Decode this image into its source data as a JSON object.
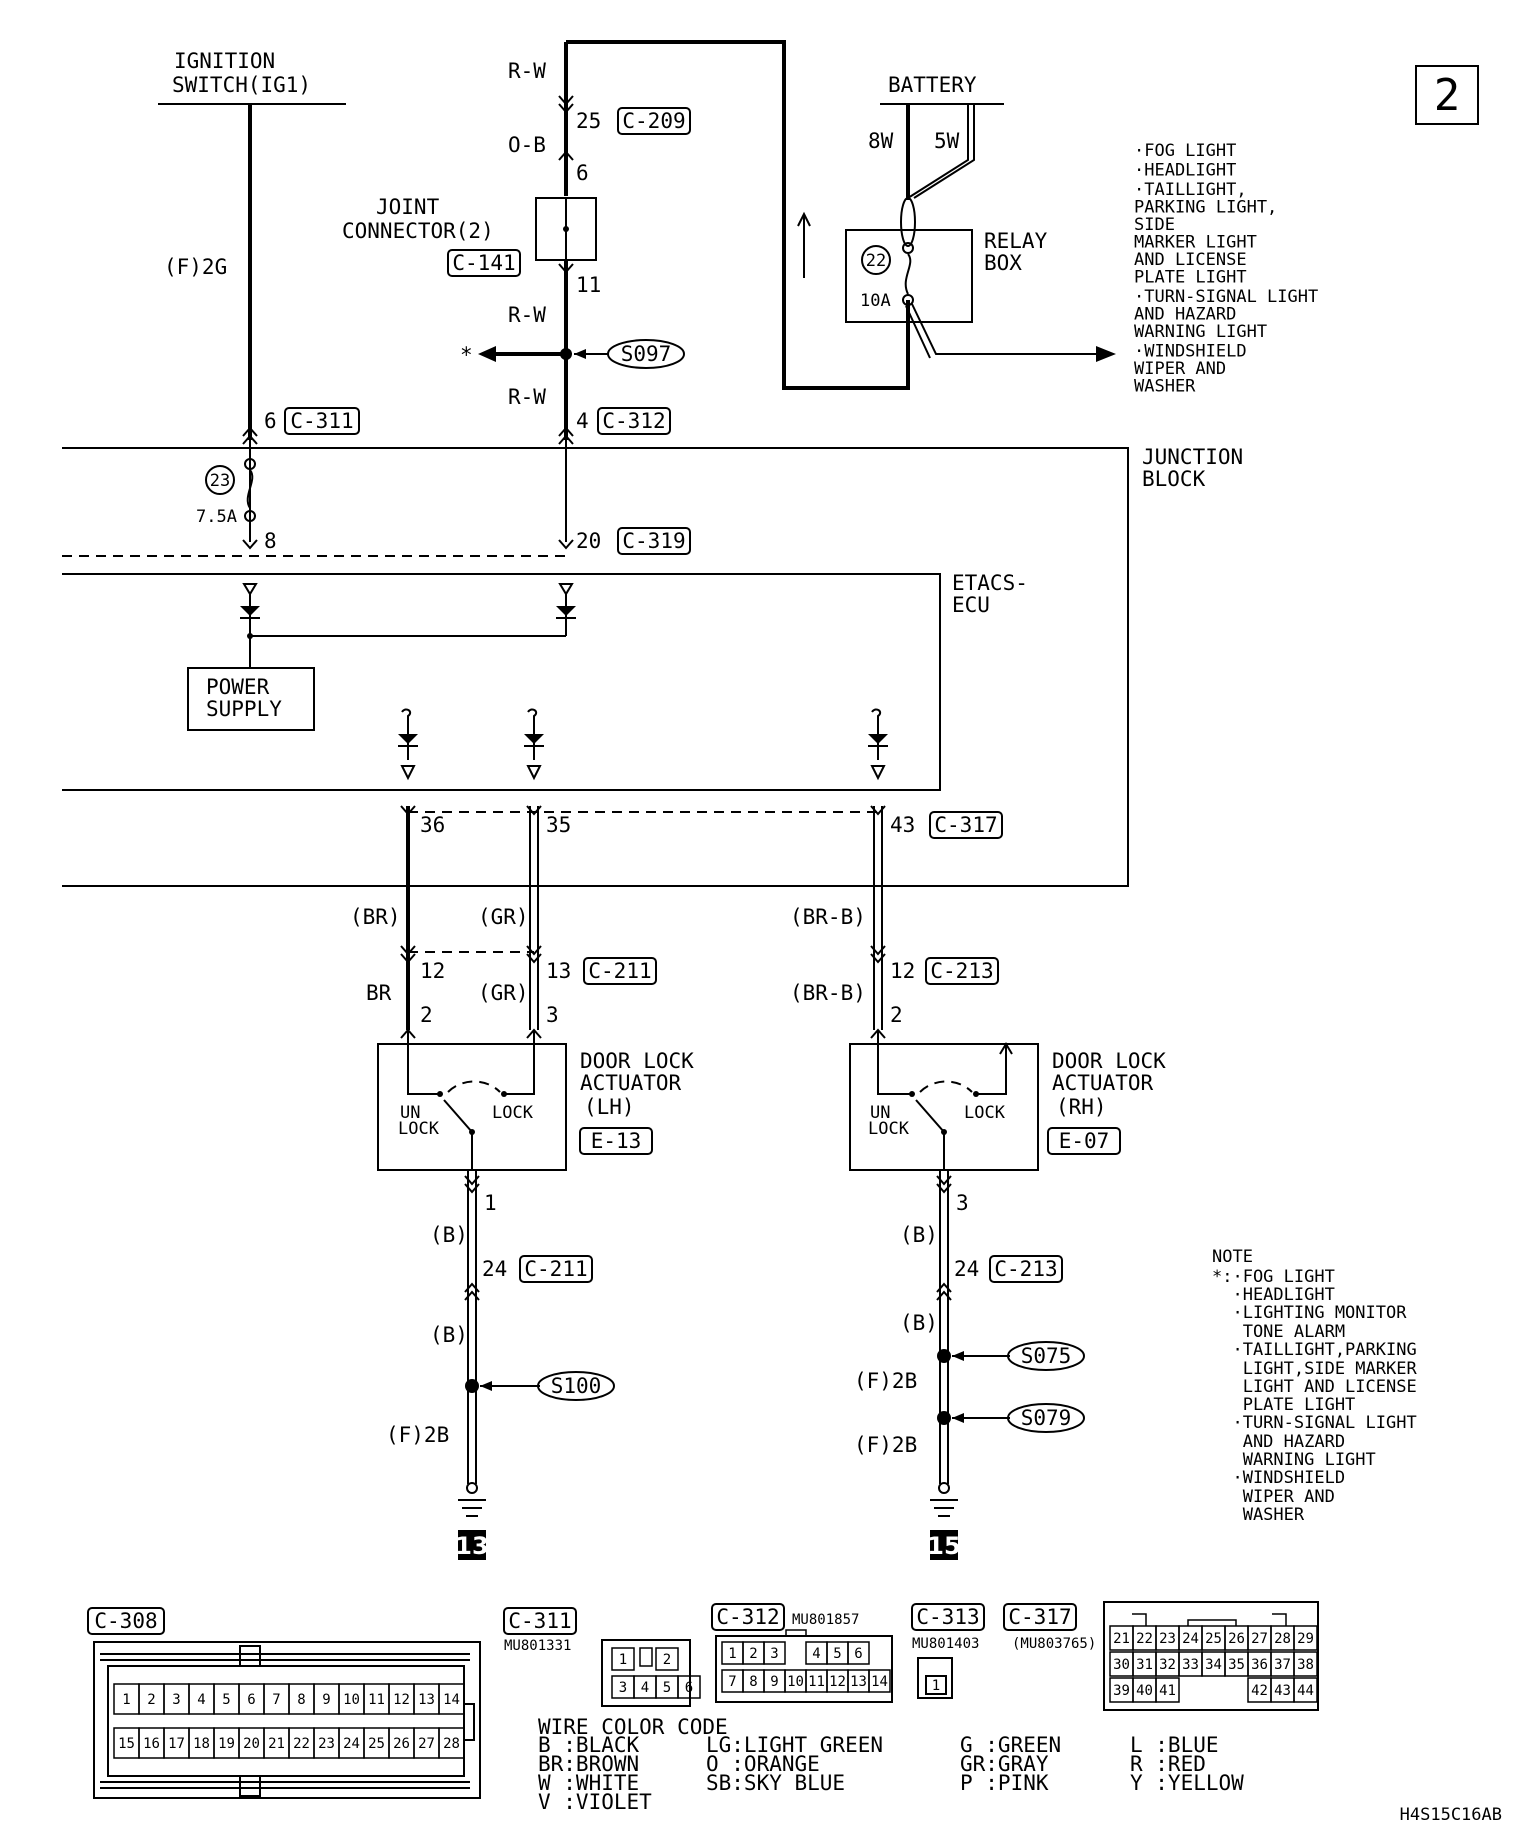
{
  "page_badge": "2",
  "ignition": {
    "line1": "IGNITION",
    "line2": "SWITCH(IG1)",
    "wire": "(F)2G",
    "pin": "6",
    "conn": "C-311"
  },
  "top_wire": {
    "color1": "R-W",
    "pin1": "25",
    "conn1": "C-209",
    "color2": "O-B",
    "pin2": "6"
  },
  "joint": {
    "line1": "JOINT",
    "line2": "CONNECTOR(2)",
    "conn": "C-141",
    "pin_out": "11",
    "color_out": "R-W",
    "color_low": "R-W",
    "pin_low": "4",
    "conn_low": "C-312"
  },
  "splice_top": {
    "label": "S097",
    "star": "*"
  },
  "battery": {
    "label": "BATTERY",
    "w1": "8W",
    "w2": "5W"
  },
  "relay": {
    "line1": "RELAY",
    "line2": "BOX",
    "fuse": "22",
    "amp": "10A"
  },
  "relay_loads": [
    {
      "lines": [
        "·FOG LIGHT"
      ]
    },
    {
      "lines": [
        "·HEADLIGHT"
      ]
    },
    {
      "lines": [
        "·TAILLIGHT,",
        " PARKING LIGHT,",
        " SIDE",
        " MARKER LIGHT",
        " AND LICENSE",
        " PLATE LIGHT"
      ]
    },
    {
      "lines": [
        "·TURN-SIGNAL LIGHT",
        " AND HAZARD",
        " WARNING LIGHT"
      ]
    },
    {
      "lines": [
        "·WINDSHIELD",
        " WIPER AND",
        " WASHER"
      ]
    }
  ],
  "junction": {
    "line1": "JUNCTION",
    "line2": "BLOCK",
    "fuse": "23",
    "amp": "7.5A",
    "pin_l": "8",
    "pin_r": "20",
    "conn_r": "C-319"
  },
  "etacs": {
    "line1": "ETACS-",
    "line2": "ECU",
    "ps1": "POWER",
    "ps2": "SUPPLY"
  },
  "outputs": {
    "p1": "36",
    "p2": "35",
    "p3": "43",
    "conn": "C-317"
  },
  "lh_wires": {
    "c1": "(BR)",
    "c2": "(GR)",
    "p1": "12",
    "p2": "13",
    "conn": "C-211",
    "c3": "BR",
    "c4": "(GR)",
    "p3": "2",
    "p4": "3"
  },
  "rh_wires": {
    "c1": "(BR-B)",
    "p1": "12",
    "conn": "C-213",
    "c2": "(BR-B)",
    "p2": "2"
  },
  "lh_act": {
    "line1": "DOOR LOCK",
    "line2": "ACTUATOR",
    "line3": "(LH)",
    "un": "UN",
    "lock_l": "LOCK",
    "lock_r": "LOCK",
    "conn": "E-13"
  },
  "rh_act": {
    "line1": "DOOR LOCK",
    "line2": "ACTUATOR",
    "line3": "(RH)",
    "un": "UN",
    "lock_l": "LOCK",
    "lock_r": "LOCK",
    "conn": "E-07"
  },
  "lh_ground": {
    "pin": "1",
    "c1": "(B)",
    "pin2": "24",
    "conn": "C-211",
    "c2": "(B)",
    "splice": "S100",
    "c3": "(F)2B",
    "gnd": "13"
  },
  "rh_ground": {
    "pin": "3",
    "c1": "(B)",
    "pin2": "24",
    "conn": "C-213",
    "c2": "(B)",
    "splice1": "S075",
    "c3": "(F)2B",
    "splice2": "S079",
    "c4": "(F)2B",
    "gnd": "15"
  },
  "note": {
    "title": "NOTE",
    "lines": [
      "*:·FOG LIGHT",
      "  ·HEADLIGHT",
      "  ·LIGHTING MONITOR",
      "   TONE ALARM",
      "  ·TAILLIGHT,PARKING",
      "   LIGHT,SIDE MARKER",
      "   LIGHT AND LICENSE",
      "   PLATE LIGHT",
      "  ·TURN-SIGNAL LIGHT",
      "   AND HAZARD",
      "   WARNING LIGHT",
      "  ·WINDSHIELD",
      "   WIPER AND",
      "   WASHER"
    ]
  },
  "connectors": {
    "c308": {
      "label": "C-308",
      "row1": [
        "1",
        "2",
        "3",
        "4",
        "5",
        "6",
        "7",
        "8",
        "9",
        "10",
        "11",
        "12",
        "13",
        "14"
      ],
      "row2": [
        "15",
        "16",
        "17",
        "18",
        "19",
        "20",
        "21",
        "22",
        "23",
        "24",
        "25",
        "26",
        "27",
        "28"
      ]
    },
    "c311": {
      "label": "C-311",
      "part": "MU801331",
      "row1": [
        "1",
        "",
        "2"
      ],
      "row2": [
        "3",
        "4",
        "5",
        "6"
      ]
    },
    "c312": {
      "label": "C-312",
      "part": "MU801857",
      "row1": [
        "1",
        "2",
        "3",
        "",
        "4",
        "5",
        "6"
      ],
      "row2": [
        "7",
        "8",
        "9",
        "10",
        "11",
        "12",
        "13",
        "14"
      ]
    },
    "c313": {
      "label": "C-313",
      "part": "MU801403",
      "pin": "1"
    },
    "c317": {
      "label": "C-317",
      "part": "(MU803765)",
      "row1": [
        "21",
        "22",
        "23",
        "24",
        "25",
        "26",
        "27",
        "28",
        "29"
      ],
      "row2": [
        "30",
        "31",
        "32",
        "33",
        "34",
        "35",
        "36",
        "37",
        "38"
      ],
      "row3": [
        "39",
        "40",
        "41",
        "",
        "",
        "",
        "42",
        "43",
        "44"
      ]
    }
  },
  "wire_color_code": {
    "title": "WIRE COLOR CODE",
    "rows": [
      [
        "B :BLACK",
        "LG:LIGHT GREEN",
        "G :GREEN",
        "L :BLUE"
      ],
      [
        "BR:BROWN",
        "O :ORANGE",
        "GR:GRAY",
        "R :RED"
      ],
      [
        "W :WHITE",
        "SB:SKY BLUE",
        "P :PINK",
        "Y :YELLOW"
      ],
      [
        "V :VIOLET",
        "",
        "",
        ""
      ]
    ]
  },
  "figure_id": "H4S15C16AB"
}
